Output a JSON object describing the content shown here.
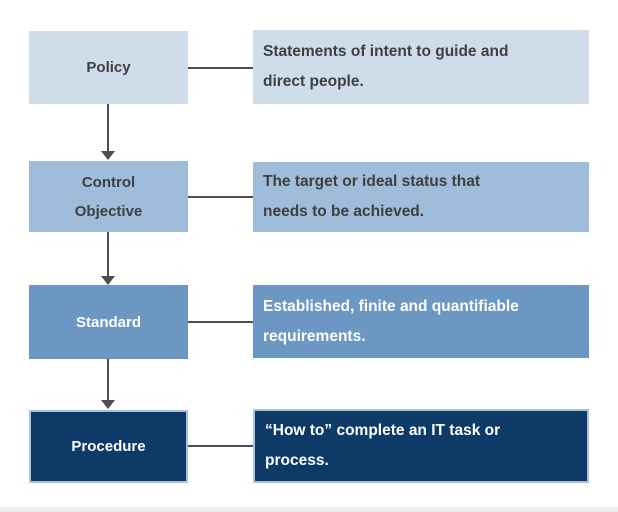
{
  "diagram": {
    "title": "Policy / Control Objective / Standard / Procedure hierarchy",
    "connector_color": "#4d4d4d",
    "bottom_strip_color": "#efefef",
    "rows": [
      {
        "label_lines": [
          "Policy"
        ],
        "description_lines": [
          "Statements of intent to guide and",
          "direct people."
        ],
        "fill": "#cfddeb",
        "text_color": "#3f3f3f"
      },
      {
        "label_lines": [
          "Control",
          "Objective"
        ],
        "description_lines": [
          "The target or ideal status that",
          "needs to be achieved."
        ],
        "fill": "#9fbcda",
        "text_color": "#3f3f3f"
      },
      {
        "label_lines": [
          "Standard"
        ],
        "description_lines": [
          "Established, finite and quantifiable",
          "requirements."
        ],
        "fill": "#6c97c3",
        "text_color": "#ffffff"
      },
      {
        "label_lines": [
          "Procedure"
        ],
        "description_lines": [
          "“How to” complete an IT task or",
          "process."
        ],
        "fill": "#0e3a68",
        "text_color": "#ffffff",
        "border_color": "#aac1db"
      }
    ]
  }
}
